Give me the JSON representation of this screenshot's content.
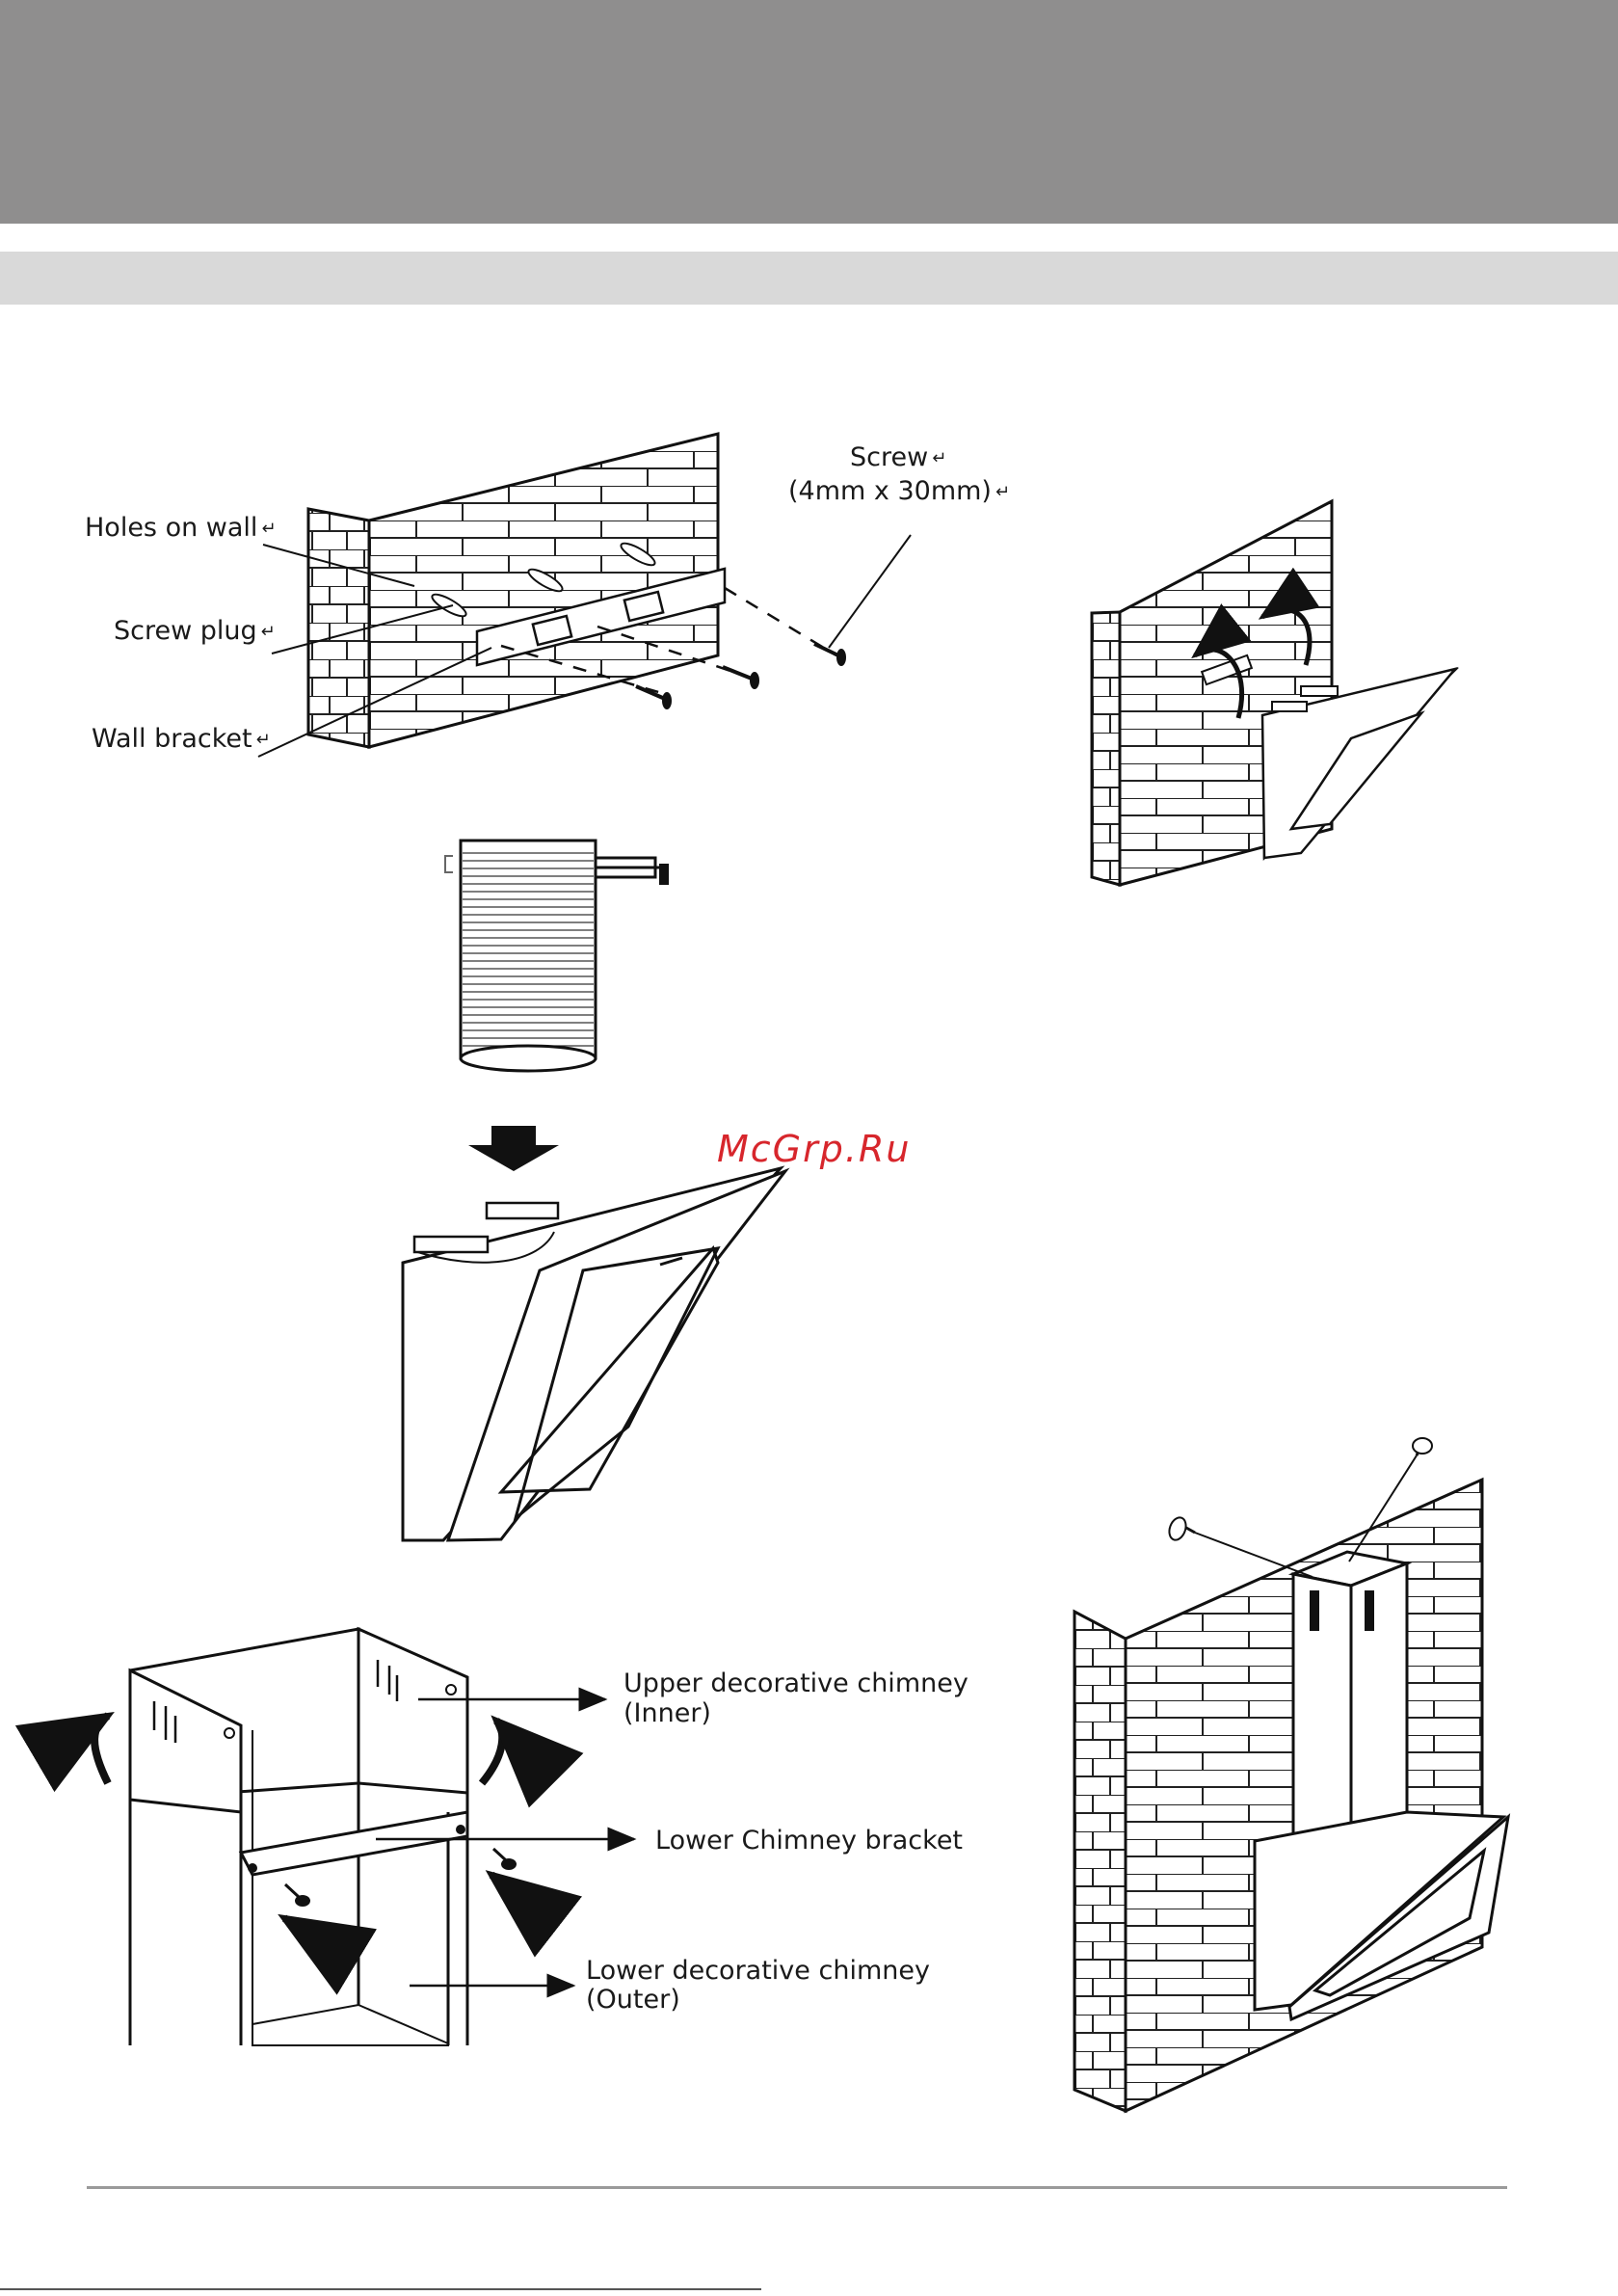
{
  "labels": {
    "holes_on_wall": "Holes on wall",
    "screw_plug": "Screw plug",
    "wall_bracket": "Wall bracket",
    "screw": "Screw",
    "screw_size": "(4mm x 30mm)",
    "upper_chimney": "Upper decorative chimney",
    "upper_chimney_sub": "(Inner)",
    "lower_bracket": "Lower Chimney bracket",
    "lower_chimney": "Lower decorative chimney",
    "lower_chimney_sub": "(Outer)"
  },
  "return_glyph": "↵",
  "watermark": "McGrp.Ru",
  "colors": {
    "header_band": "#8f8e8e",
    "sub_band": "#d9d9d9",
    "watermark": "#d7262c"
  }
}
